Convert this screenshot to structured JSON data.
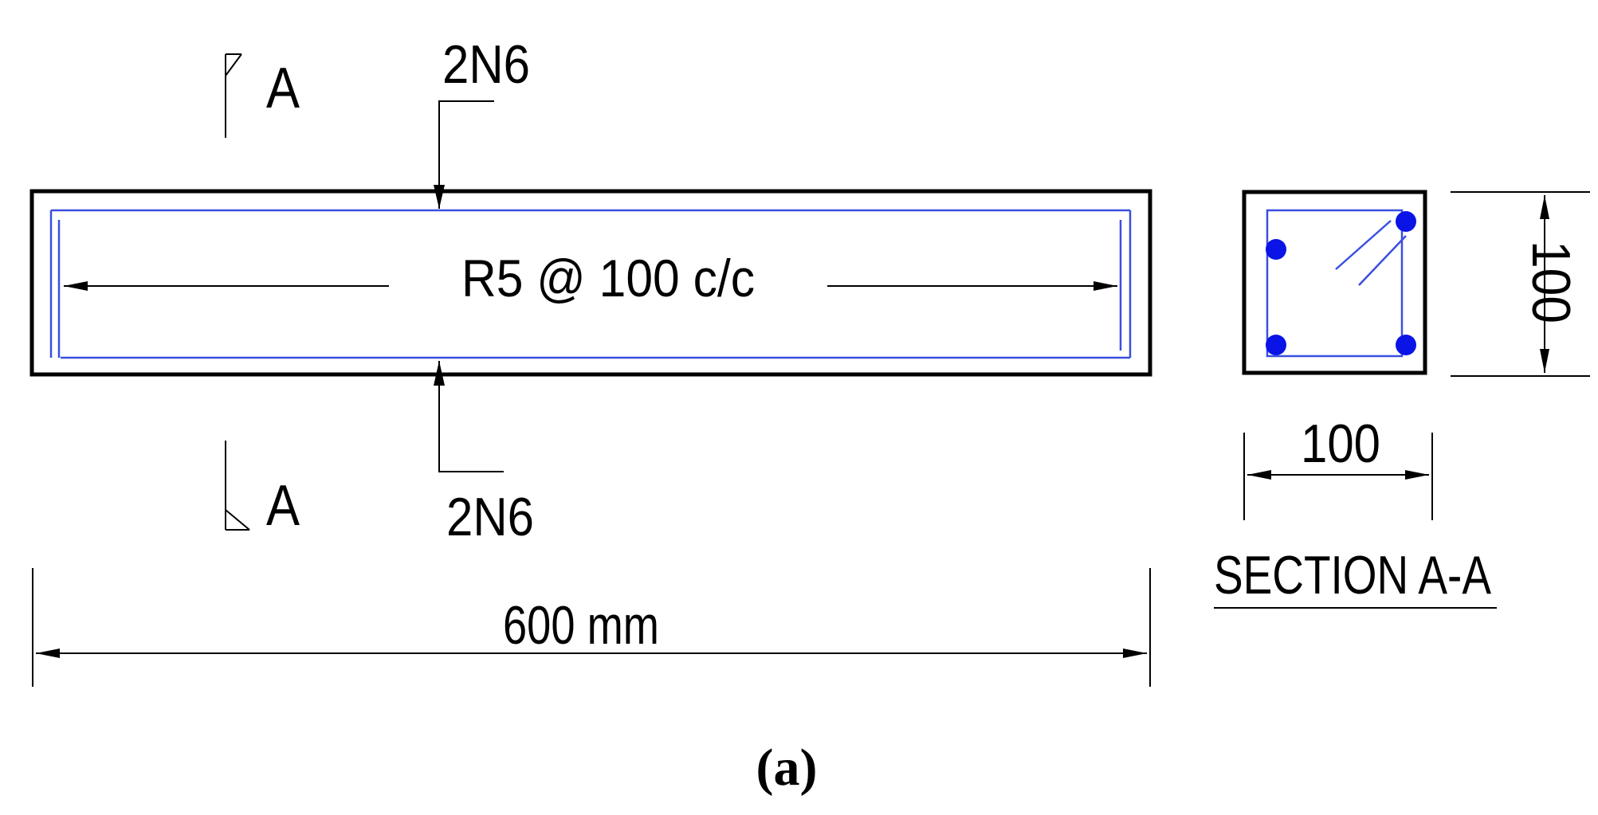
{
  "beam_elevation": {
    "stirrup_label": "R5 @ 100 c/c",
    "top_bar_label": "2N6",
    "bottom_bar_label": "2N6",
    "section_cut_top_letter": "A",
    "section_cut_bottom_letter": "A",
    "length_dimension": "600 mm"
  },
  "cross_section": {
    "height_dimension": "100",
    "width_dimension": "100",
    "title": "SECTION A-A"
  },
  "caption": "(a)",
  "colors": {
    "line": "#000000",
    "reinforcement": "#3a4fe0",
    "rebar_dot": "#0a14e6"
  }
}
